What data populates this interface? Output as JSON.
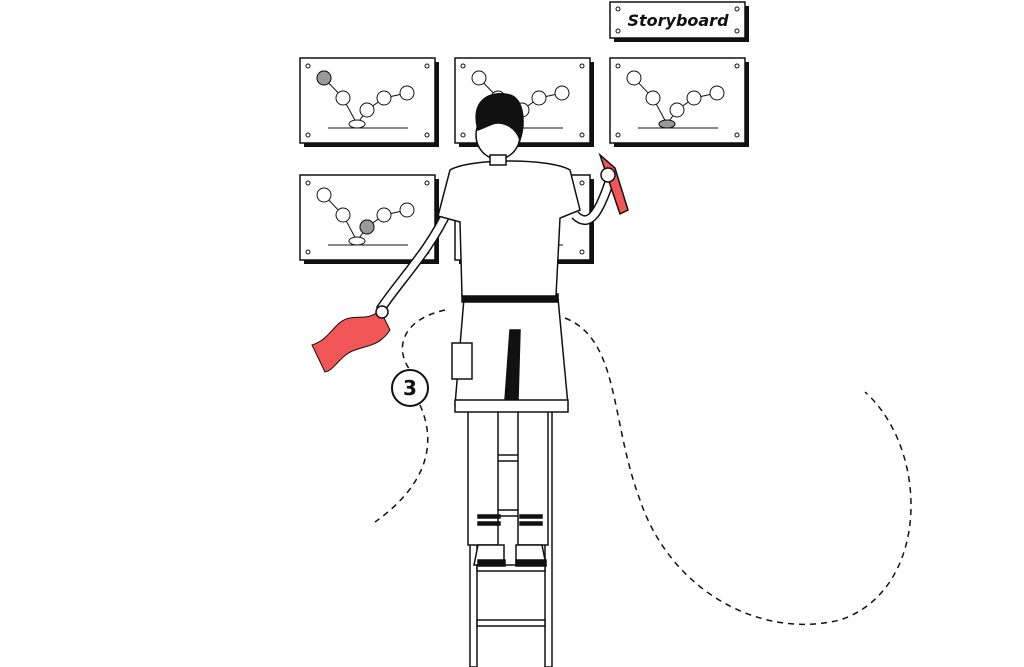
{
  "title_sign": {
    "text": "Storyboard"
  },
  "step_badge": {
    "text": "3"
  },
  "frames": [
    {
      "highlight": "ball-0"
    },
    {
      "highlight": "none"
    },
    {
      "highlight": "squash"
    },
    {
      "highlight": "ball-2"
    },
    {
      "highlight": "none"
    }
  ],
  "colors": {
    "accent": "#f25555",
    "ink": "#111111",
    "highlight": "#999999"
  }
}
